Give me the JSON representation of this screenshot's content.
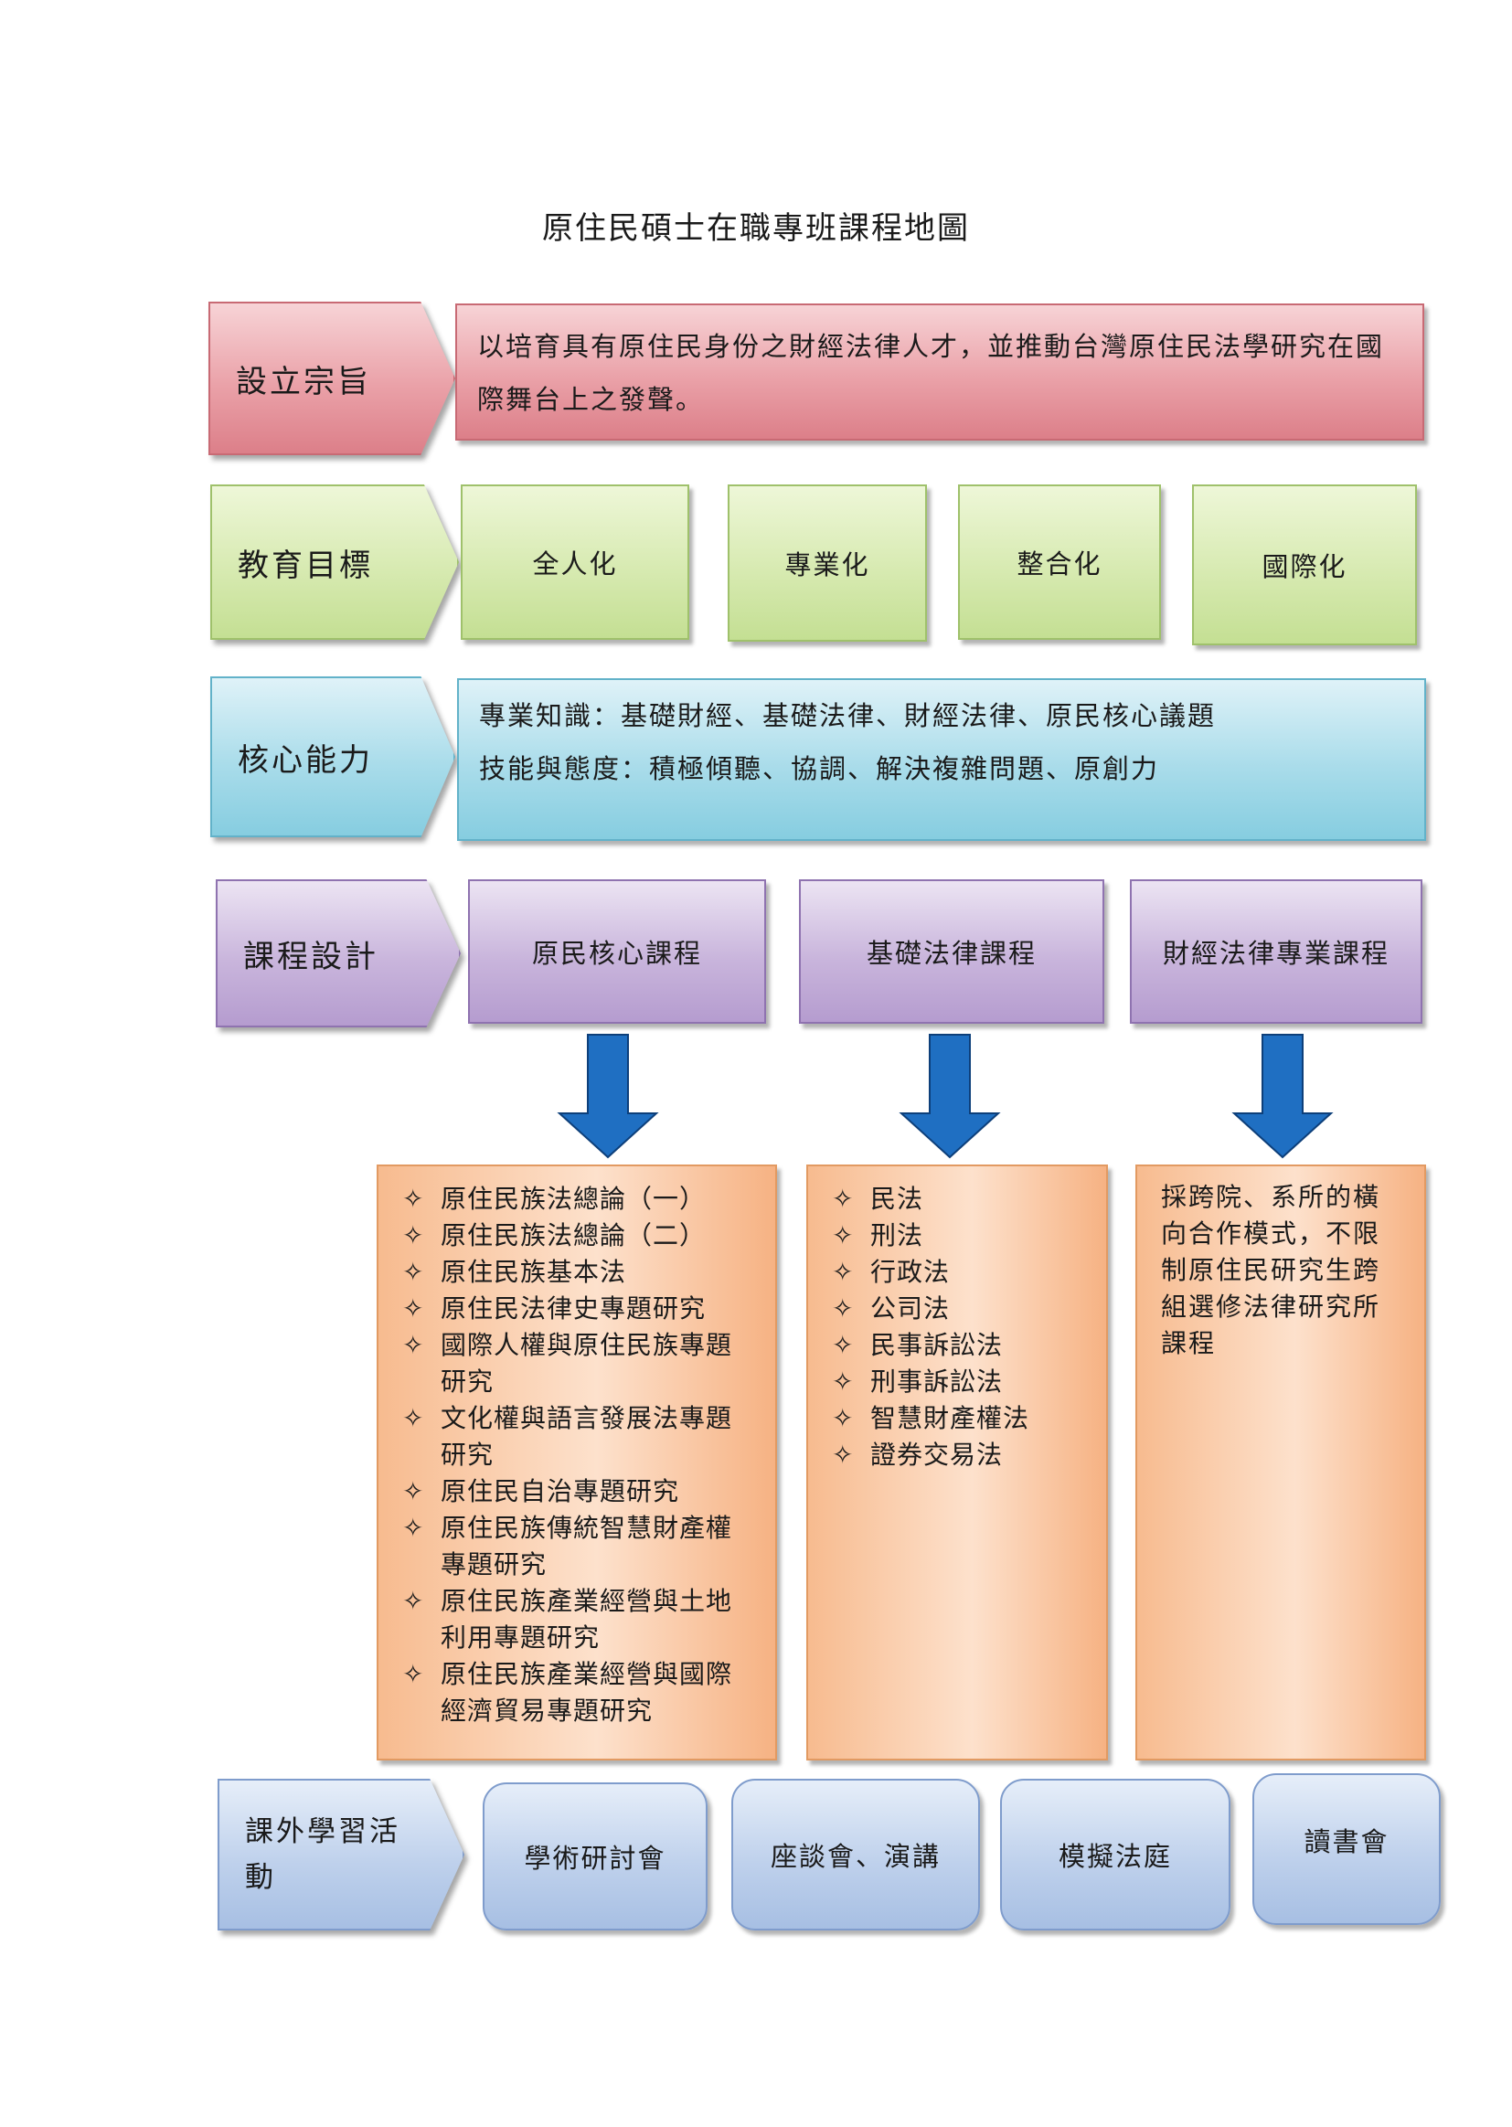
{
  "title": "原住民碩士在職專班課程地圖",
  "rows": {
    "purpose": {
      "header": "設立宗旨",
      "text": "以培育具有原住民身份之財經法律人才，並推動台灣原住民法學研究在國際舞台上之發聲。"
    },
    "goals": {
      "header": "教育目標",
      "items": [
        "全人化",
        "專業化",
        "整合化",
        "國際化"
      ]
    },
    "core": {
      "header": "核心能力",
      "line1": "專業知識：基礎財經、基礎法律、財經法律、原民核心議題",
      "line2": "技能與態度：積極傾聽、協調、解決複雜問題、原創力"
    },
    "courses": {
      "header": "課程設計",
      "columns": [
        "原民核心課程",
        "基礎法律課程",
        "財經法律專業課程"
      ]
    },
    "activities": {
      "header": "課外學習活動",
      "items": [
        "學術研討會",
        "座談會、演講",
        "模擬法庭",
        "讀書會"
      ]
    }
  },
  "bullet_symbol": "✧",
  "core_courses": [
    "原住民族法總論（一）",
    "原住民族法總論（二）",
    "原住民族基本法",
    "原住民法律史專題研究",
    "國際人權與原住民族專題研究",
    "文化權與語言發展法專題研究",
    "原住民自治專題研究",
    "原住民族傳統智慧財產權專題研究",
    "原住民族產業經營與土地利用專題研究",
    "原住民族產業經營與國際經濟貿易專題研究"
  ],
  "law_courses": [
    "民法",
    "刑法",
    "行政法",
    "公司法",
    "民事訴訟法",
    "刑事訴訟法",
    "智慧財產權法",
    "證券交易法"
  ],
  "finance_note": "採跨院、系所的橫向合作模式，不限制原住民研究生跨組選修法律研究所課程",
  "colors": {
    "purpose": "#eaa1a8",
    "goals": "#d7eab1",
    "core": "#a9dcea",
    "courses": "#c9b5dc",
    "lists": "#f7bb8f",
    "activities": "#bfd1ec",
    "arrow": "#1f6fc2"
  }
}
